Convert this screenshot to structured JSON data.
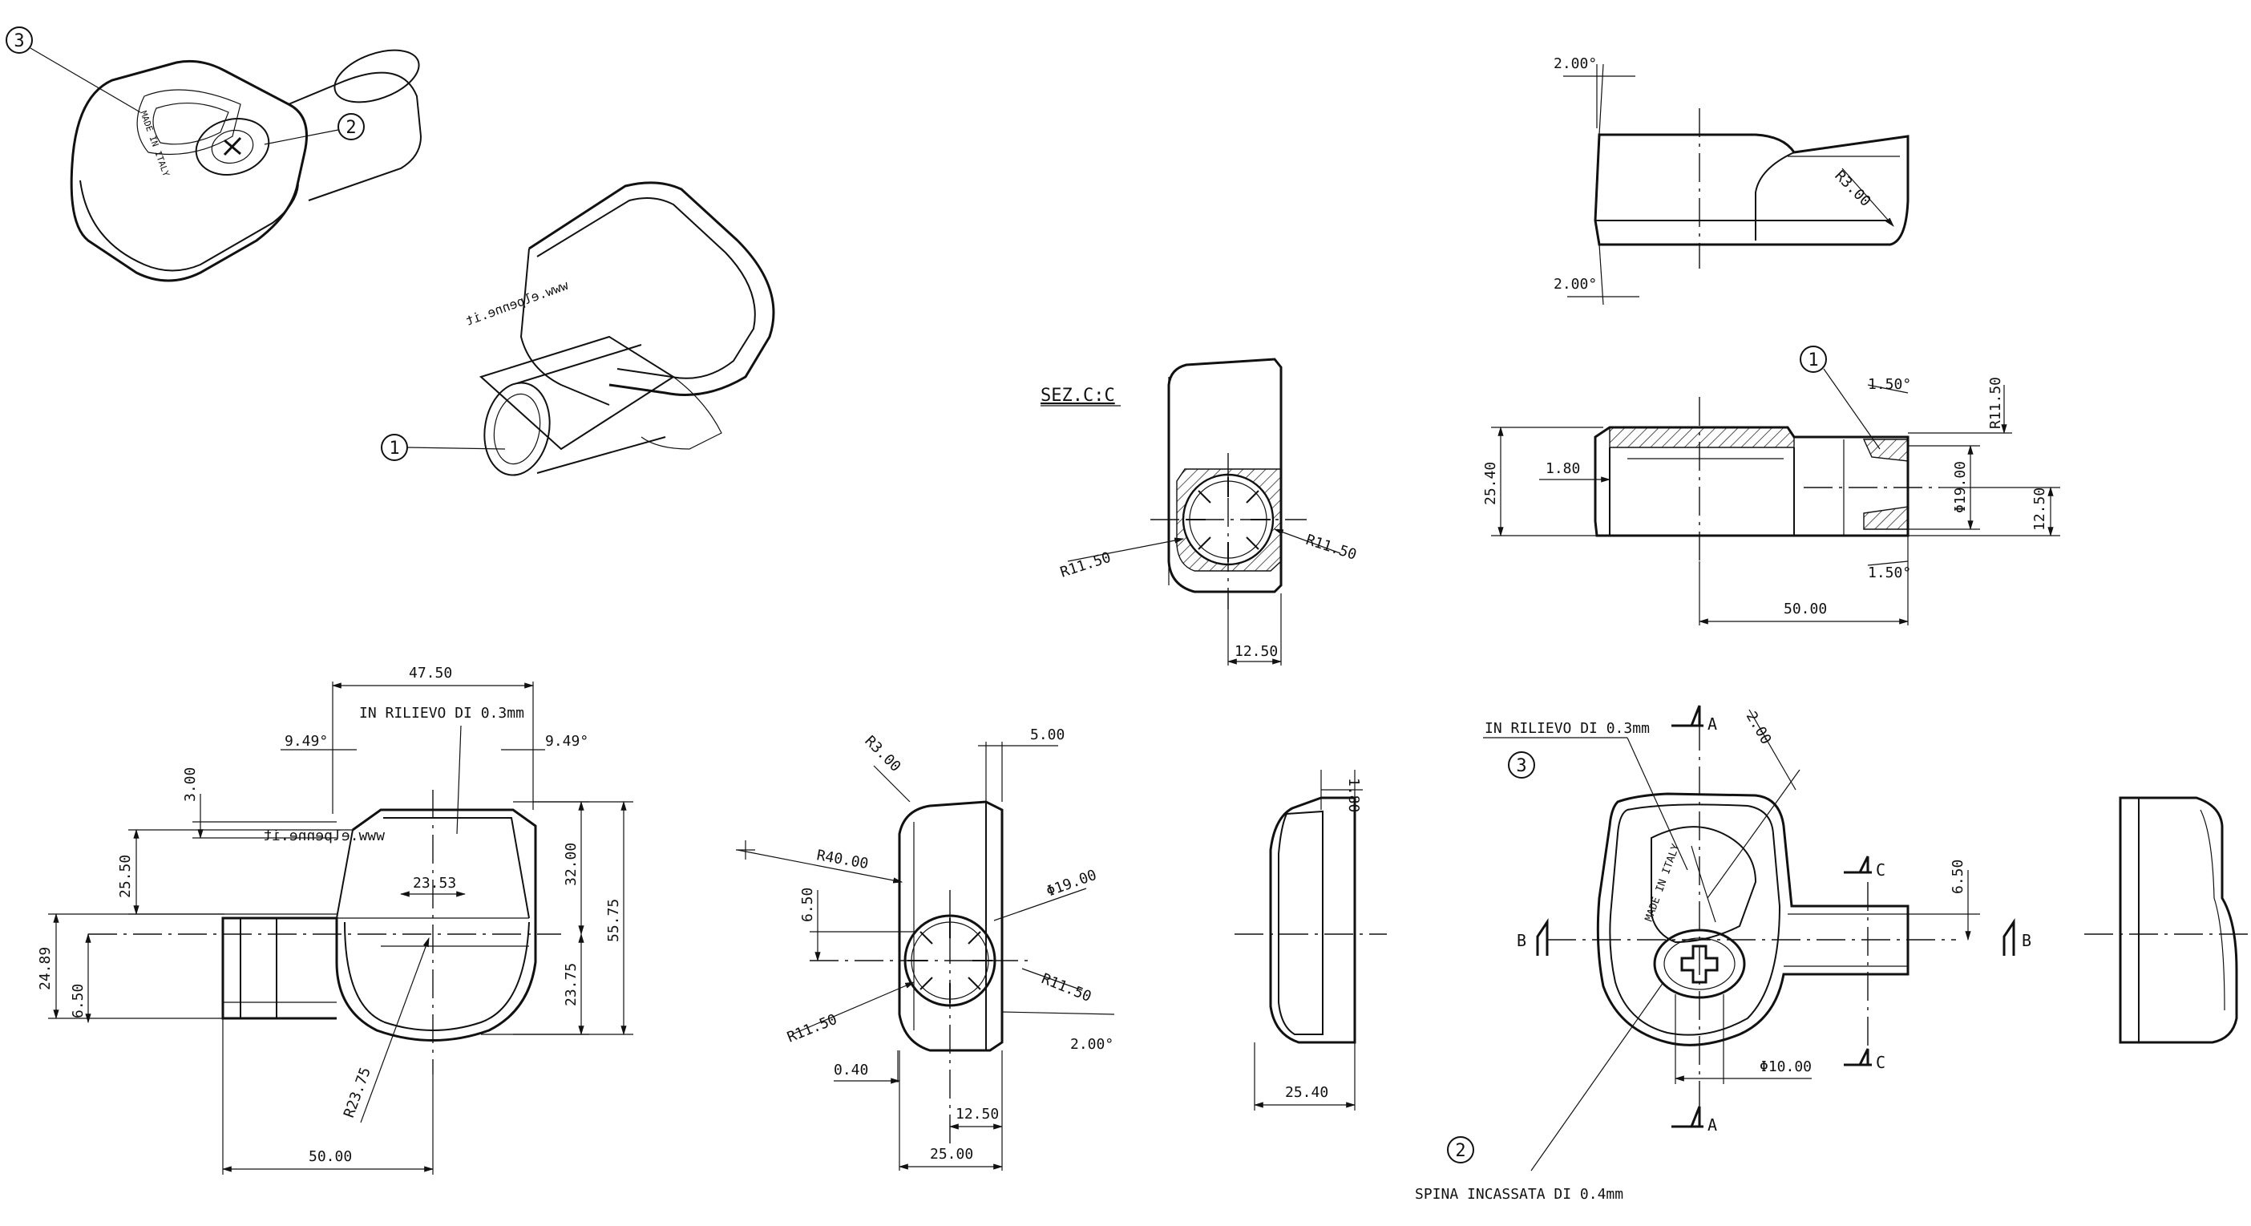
{
  "sheet": {
    "section_title": "SEZ.C:C",
    "notes": {
      "relief_top": "IN RILIEVO DI 0.3mm",
      "relief_front": "IN RILIEVO DI 0.3mm",
      "recessed_pin": "SPINA INCASSATA DI 0.4mm"
    },
    "embossed": {
      "made_in_italy": "MADE IN ITALY",
      "website": "www.elpenne.it",
      "website_mirrored": "www.elpenne.it"
    },
    "balloons": {
      "b1_iso": "1",
      "b2_iso": "2",
      "b3_iso": "3",
      "b1_section": "1",
      "b2_front": "2",
      "b3_front": "3"
    },
    "section_markers": {
      "a_top": "A",
      "a_bottom": "A",
      "b_left": "B",
      "b_right": "B",
      "c_top": "C",
      "c_bottom": "C"
    },
    "dimensions": {
      "top_left": {
        "d1": "47.50",
        "d2": "9.49°",
        "d3": "9.49°",
        "d4": "3.00",
        "d5": "25.50",
        "d6": "23.53",
        "d7": "32.00",
        "d8": "55.75",
        "d9": "24.89",
        "d10": "6.50",
        "d11": "23.75",
        "d12": "R23.75",
        "d13": "50.00"
      },
      "side_mid": {
        "d1": "R3.00",
        "d2": "5.00",
        "d3": "R40.00",
        "d4": "Φ19.00",
        "d5": "6.50",
        "d6": "R11.50",
        "d7": "R11.50",
        "d8": "2.00°",
        "d9": "0.40",
        "d10": "12.50",
        "d11": "25.00"
      },
      "section_cc": {
        "d1": "R11.50",
        "d2": "R11.50",
        "d3": "12.50"
      },
      "profile": {
        "d1": "1.80",
        "d2": "25.40"
      },
      "elev_top": {
        "d1": "2.00°",
        "d2": "R3.00",
        "d3": "2.00°"
      },
      "section_right": {
        "d1": "1.50°",
        "d2": "R11.50",
        "d3": "25.40",
        "d4": "1.80",
        "d5": "Φ19.00",
        "d6": "12.50",
        "d7": "1.50°",
        "d8": "50.00"
      },
      "front_right": {
        "d1": "2.00",
        "d2": "6.50",
        "d3": "Φ10.00"
      }
    }
  }
}
